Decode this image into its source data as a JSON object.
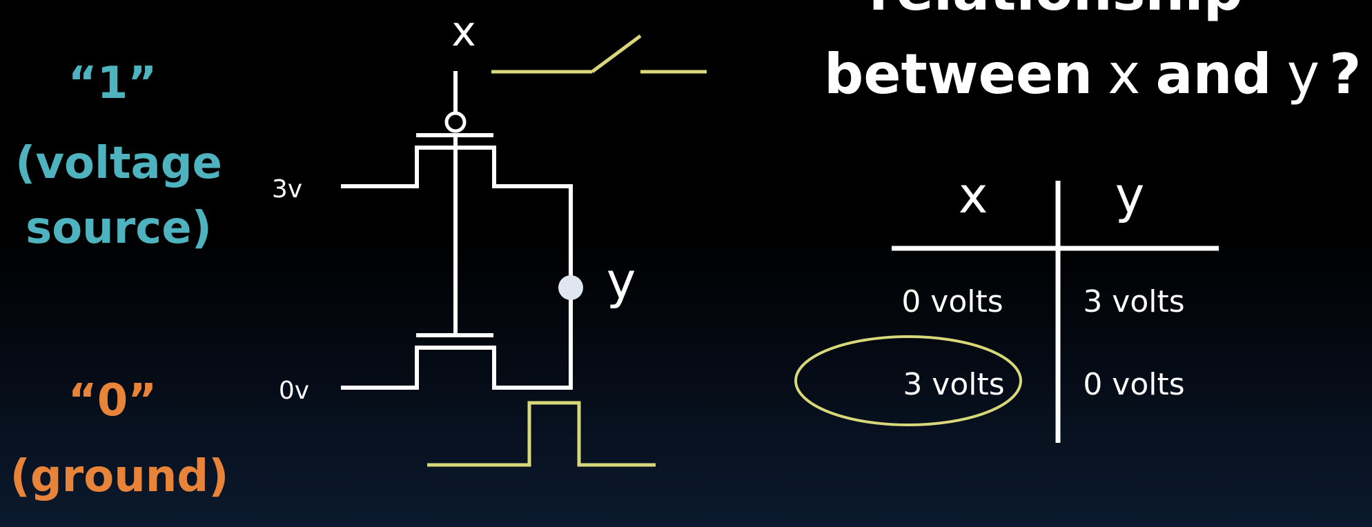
{
  "left_labels": {
    "one": {
      "symbol": "“1”",
      "line1": "(voltage",
      "line2": "source)",
      "color": "#4fb3bf"
    },
    "zero": {
      "symbol": "“0”",
      "line1": "(ground)",
      "color": "#e8843a"
    }
  },
  "circuit": {
    "input_label": "x",
    "output_label": "y",
    "rail_high": "3v",
    "rail_low": "0v",
    "wire_color": "#ffffff",
    "waveform_color": "#d8d87a"
  },
  "title": {
    "line1": "relationship",
    "line2_part1": "between",
    "line2_var1": "x",
    "line2_part2": "and",
    "line2_var2": "y",
    "line2_end": "?"
  },
  "truth_table": {
    "col_x": "x",
    "col_y": "y",
    "rows": [
      {
        "x": "0 volts",
        "y": "3 volts",
        "highlighted": false
      },
      {
        "x": "3 volts",
        "y": "0 volts",
        "highlighted": true
      }
    ],
    "highlight_color": "#d8d87a"
  }
}
